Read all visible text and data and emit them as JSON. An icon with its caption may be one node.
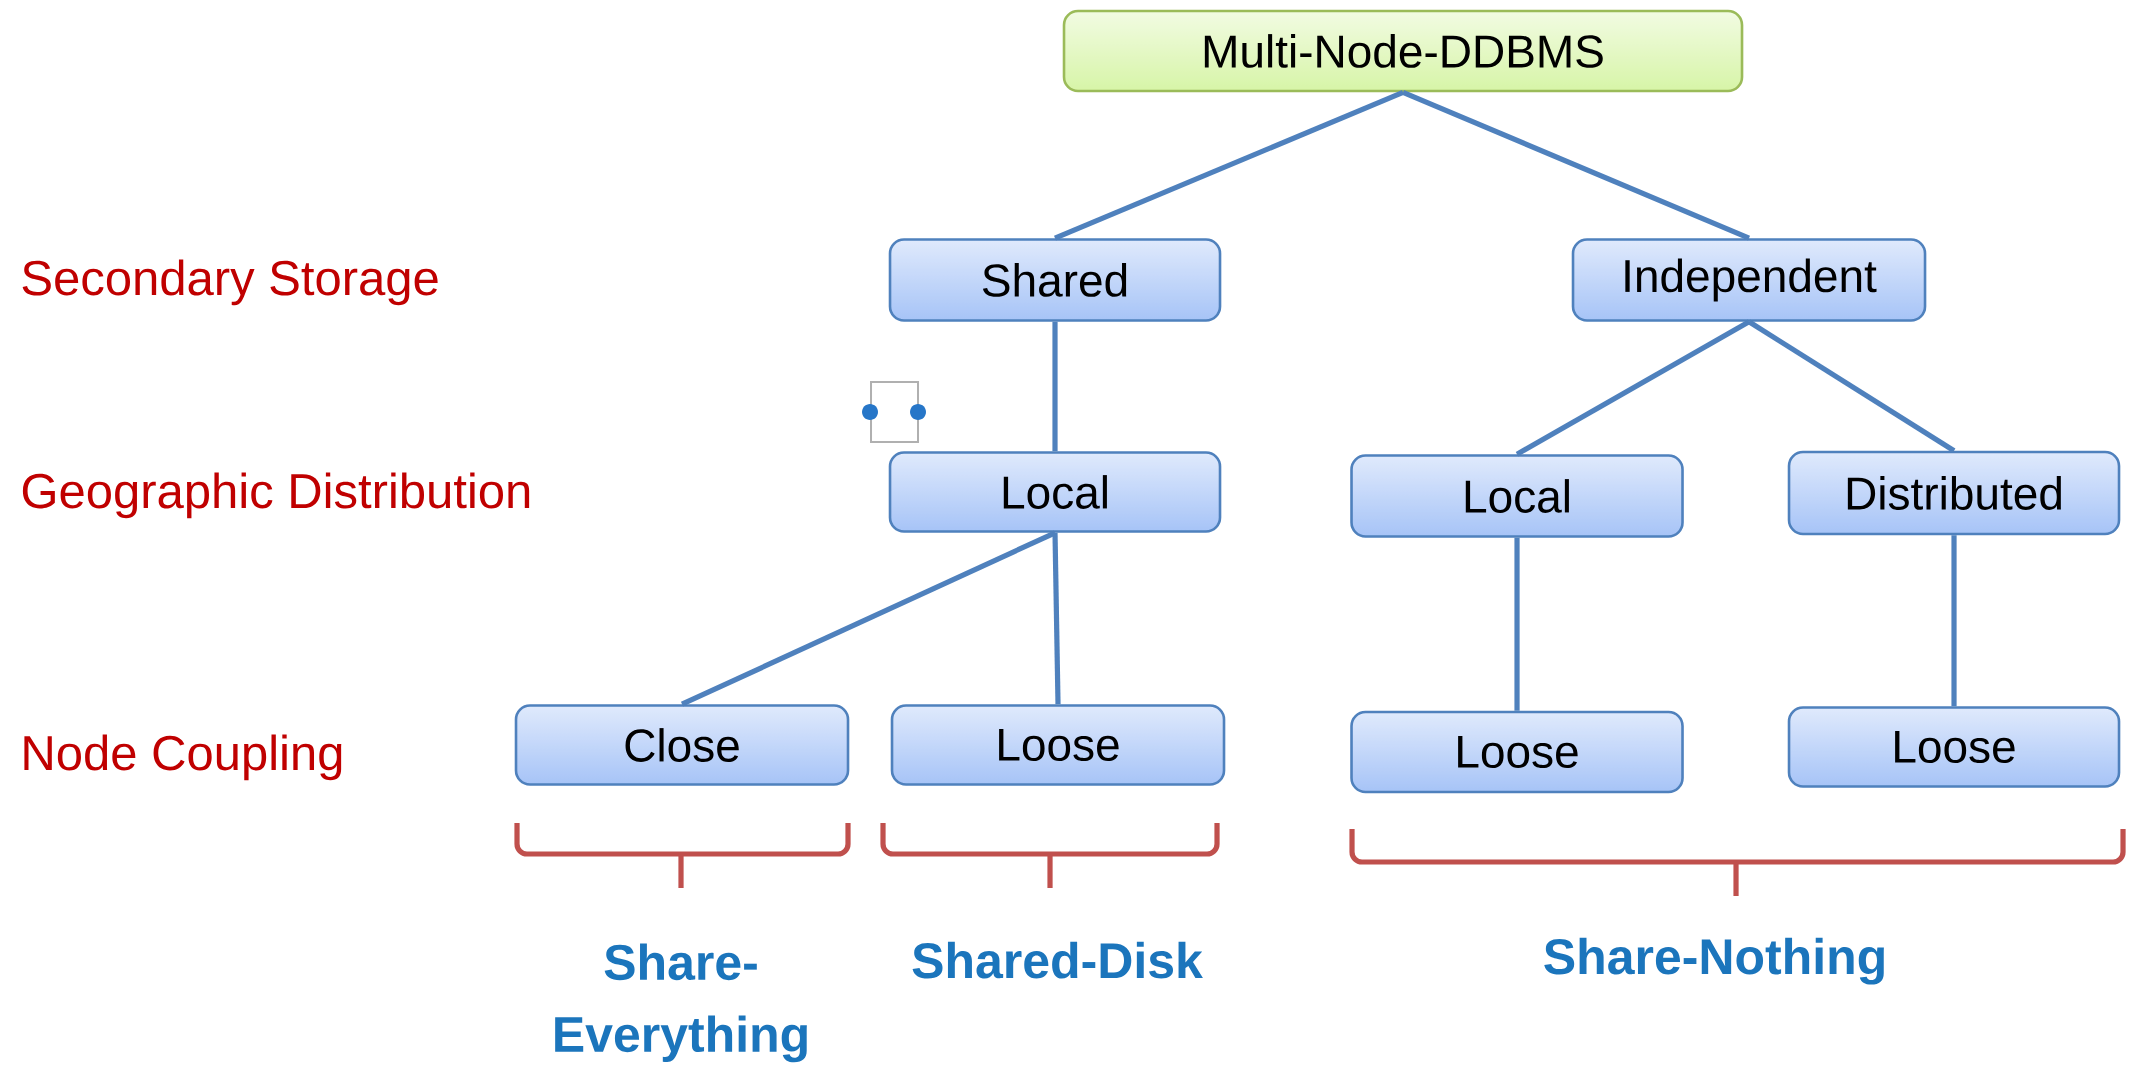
{
  "diagram": {
    "nodes": [
      {
        "text": [
          "Multi-Node-DDBMS"
        ]
      },
      {
        "text": [
          "Shared"
        ]
      },
      {
        "text": [
          "Independent"
        ]
      },
      {
        "text": [
          "Local"
        ]
      },
      {
        "text": [
          "Local"
        ]
      },
      {
        "text": [
          "Distributed"
        ]
      },
      {
        "text": [
          "Close"
        ]
      },
      {
        "text": [
          "Loose"
        ]
      },
      {
        "text": [
          "Loose"
        ]
      },
      {
        "text": [
          "Loose"
        ]
      }
    ],
    "edges": [
      {
        "from": 0,
        "to": 1,
        "arrow": "none"
      },
      {
        "from": 0,
        "to": 2,
        "arrow": "none"
      },
      {
        "from": 1,
        "to": 3,
        "arrow": "none"
      },
      {
        "from": 2,
        "to": 4,
        "arrow": "none"
      },
      {
        "from": 2,
        "to": 5,
        "arrow": "none"
      },
      {
        "from": 3,
        "to": 6,
        "arrow": "none"
      },
      {
        "from": 3,
        "to": 7,
        "arrow": "none"
      },
      {
        "from": 4,
        "to": 8,
        "arrow": "none"
      },
      {
        "from": 5,
        "to": 9,
        "arrow": "none"
      }
    ],
    "labels": [
      "Secondary Storage",
      "Geographic Distribution",
      "Node Coupling",
      "Share- Everything",
      "Shared-Disk",
      "Share-Nothing"
    ]
  }
}
